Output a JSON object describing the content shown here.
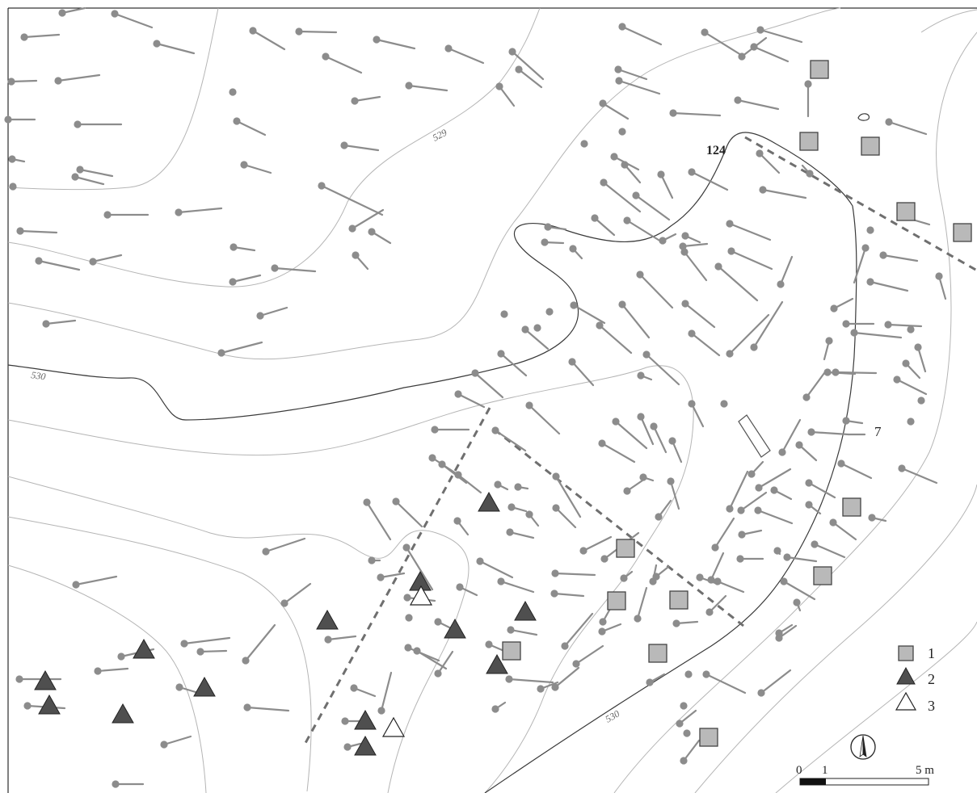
{
  "contour_labels": [
    "529",
    "530",
    "530"
  ],
  "feature_labels": [
    "124",
    "7"
  ],
  "legend": {
    "items": [
      {
        "symbol": "grey-square",
        "label": "1"
      },
      {
        "symbol": "dark-triangle",
        "label": "2"
      },
      {
        "symbol": "open-triangle",
        "label": "3"
      }
    ]
  },
  "scale_bar": {
    "ticks": [
      "0",
      "1",
      "5 m"
    ]
  },
  "north_arrow": {
    "icon": "north-arrow-icon"
  },
  "colors": {
    "feature_grey": "#8c8c8c",
    "square_fill": "#b9b9b9",
    "triangle_fill": "#4f4f4f",
    "contour": "#b5b5b5"
  }
}
